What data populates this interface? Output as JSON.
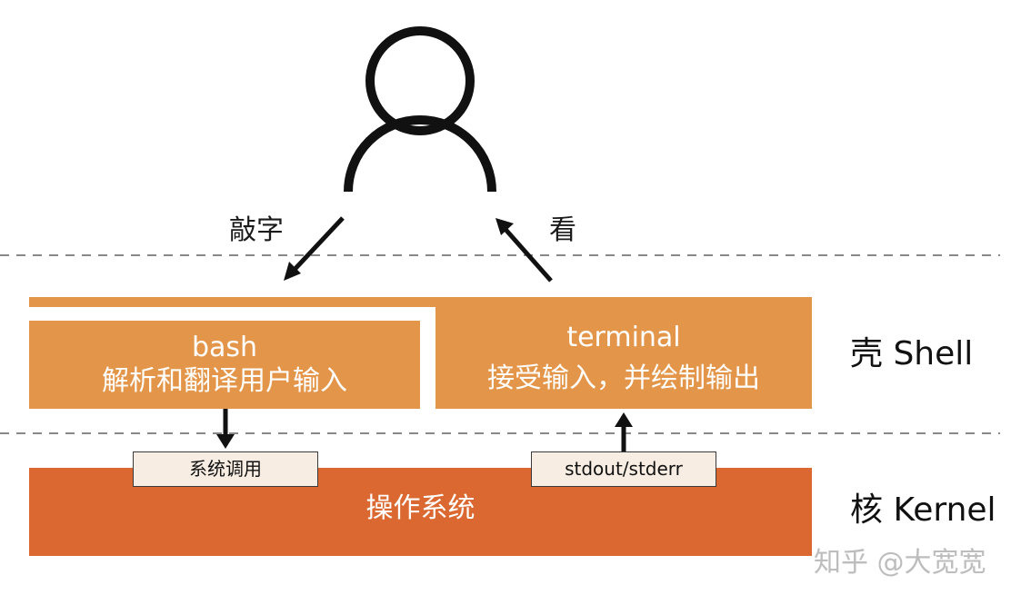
{
  "actions": {
    "type_label": "敲字",
    "look_label": "看"
  },
  "shell": {
    "bash_title": "bash",
    "bash_desc": "解析和翻译用户输入",
    "terminal_title": "terminal",
    "terminal_desc": "接受输入，并绘制输出",
    "layer_label": "壳 Shell"
  },
  "connectors": {
    "syscall_label": "系统调用",
    "stdout_label": "stdout/stderr"
  },
  "kernel": {
    "box_label": "操作系统",
    "layer_label": "核 Kernel"
  },
  "watermark": "知乎 @大宽宽",
  "colors": {
    "shell_orange": "#E3964A",
    "kernel_orange": "#DA6830",
    "tag_fill": "#F7EDE2",
    "divider_gray": "#888888"
  },
  "icons": {
    "user": "user-icon"
  }
}
